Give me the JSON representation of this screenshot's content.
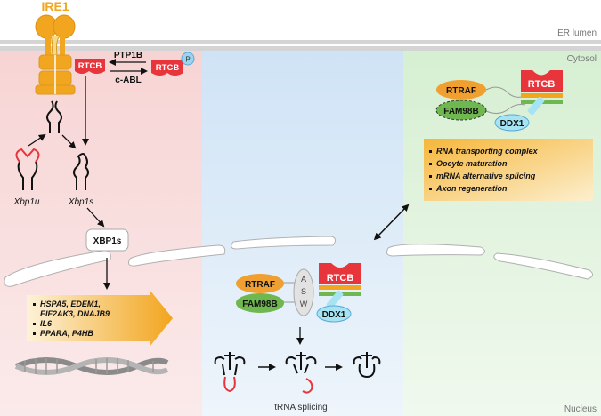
{
  "regions": {
    "er_lumen": "ER lumen",
    "cytosol": "Cytosol",
    "nucleus": "Nucleus"
  },
  "ire1": {
    "label": "IRE1"
  },
  "rtcb": {
    "label": "RTCB",
    "phospho_label": "P"
  },
  "kinases": {
    "ptp1b": "PTP1B",
    "cabl": "c-ABL"
  },
  "xbp1": {
    "unspliced": "Xbp1u",
    "spliced": "Xbp1s",
    "protein": "XBP1s"
  },
  "xbp1_targets": [
    "HSPA5, EDEM1,",
    "EIF2AK3, DNAJB9",
    "IL6",
    "PPARA, P4HB"
  ],
  "complex": {
    "rtraf": "RTRAF",
    "fam98b": "FAM98B",
    "ddx1": "DDX1",
    "asw": [
      "A",
      "S",
      "W"
    ]
  },
  "cytosol_functions": [
    "RNA transporting complex",
    "Oocyte maturation",
    "mRNA alternative splicing",
    "Axon regeneration"
  ],
  "trna": {
    "label": "tRNA splicing"
  },
  "colors": {
    "red_region": "#f9dcdc",
    "blue_region": "#d6e8f7",
    "green_region": "#dff2dc",
    "ire1": "#f2a51e",
    "rtcb": "#e8343b",
    "rtraf": "#f0a030",
    "fam98b": "#6fb850",
    "ddx1": "#a6e4f4"
  }
}
